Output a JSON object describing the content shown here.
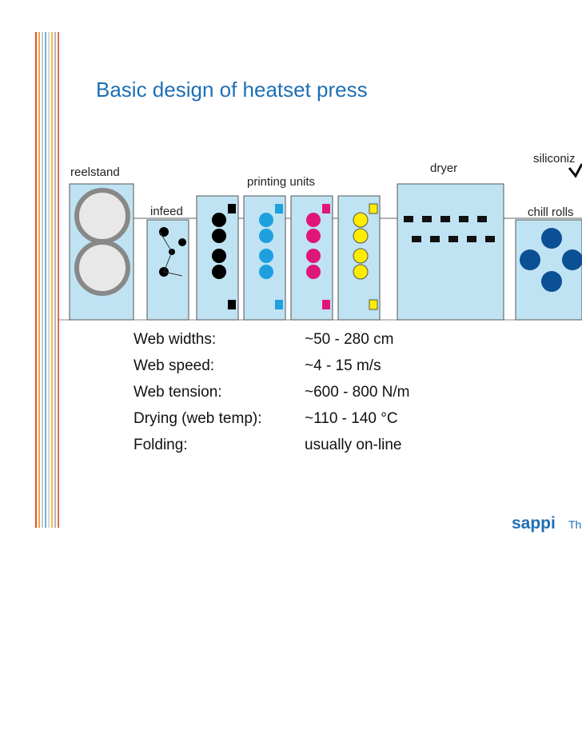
{
  "title": "Basic design of heatset press",
  "diagram": {
    "labels": {
      "reelstand": "reelstand",
      "infeed": "infeed",
      "printing_units": "printing units",
      "dryer": "dryer",
      "siliconiz": "siliconiz",
      "chill_rolls": "chill rolls"
    },
    "colors": {
      "panel": "#bfe3f3",
      "black_unit": "#000000",
      "cyan_unit": "#1fa0de",
      "magenta_unit": "#e0157a",
      "yellow_unit": "#ffec00",
      "chill_roll": "#0b4f94"
    }
  },
  "specs": [
    {
      "label": "Web widths:",
      "value": "~50 - 280 cm"
    },
    {
      "label": "Web speed:",
      "value": "~4 - 15 m/s"
    },
    {
      "label": "Web tension:",
      "value": "~600 - 800 N/m"
    },
    {
      "label": "Drying (web temp):",
      "value": "~110 - 140 °C"
    },
    {
      "label": "Folding:",
      "value": "usually on-line"
    }
  ],
  "footer": {
    "logo": "sappi",
    "tagline": "Th"
  }
}
